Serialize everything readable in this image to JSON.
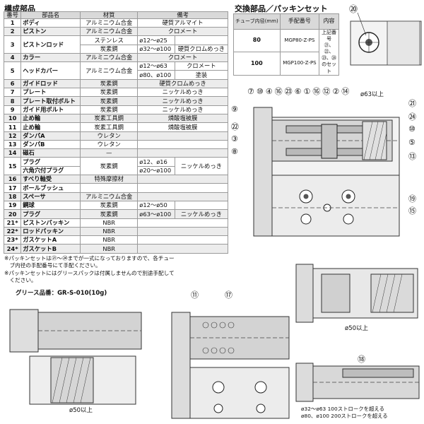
{
  "parts": {
    "title": "構成部品",
    "headers": [
      "番号",
      "部品名",
      "材質",
      "備考"
    ],
    "rows": [
      {
        "no": "1",
        "name": "ボディ",
        "mat": "アルミニウム合金",
        "rem": "硬質アルマイト"
      },
      {
        "no": "2",
        "name": "ピストン",
        "mat": "アルミニウム合金",
        "rem": "クロメート"
      },
      {
        "no": "3",
        "name": "ピストンロッド",
        "sub": [
          {
            "mat": "ステンレス",
            "size": "ø12〜ø25",
            "rem": ""
          },
          {
            "mat": "炭素鋼",
            "size": "ø32〜ø100",
            "rem": "硬質クロムめっき"
          }
        ]
      },
      {
        "no": "4",
        "name": "カラー",
        "mat": "アルミニウム合金",
        "rem": "クロメート"
      },
      {
        "no": "5",
        "name": "ヘッドカバー",
        "mat": "アルミニウム合金",
        "sub": [
          {
            "size": "ø12〜ø63",
            "rem": "クロメート"
          },
          {
            "size": "ø80、ø100",
            "rem": "塗装"
          }
        ]
      },
      {
        "no": "6",
        "name": "ガイドロッド",
        "mat": "炭素鋼",
        "rem": "硬質クロムめっき"
      },
      {
        "no": "7",
        "name": "プレート",
        "mat": "炭素鋼",
        "rem": "ニッケルめっき"
      },
      {
        "no": "8",
        "name": "プレート取付ボルト",
        "mat": "炭素鋼",
        "rem": "ニッケルめっき"
      },
      {
        "no": "9",
        "name": "ガイド用ボルト",
        "mat": "炭素鋼",
        "rem": "ニッケルめっき"
      },
      {
        "no": "10",
        "name": "止め輪",
        "mat": "炭素工具鋼",
        "rem": "燐酸塩被膜"
      },
      {
        "no": "11",
        "name": "止め輪",
        "mat": "炭素工具鋼",
        "rem": "燐酸塩被膜"
      },
      {
        "no": "12",
        "name": "ダンパA",
        "mat": "ウレタン",
        "rem": ""
      },
      {
        "no": "13",
        "name": "ダンパB",
        "mat": "ウレタン",
        "rem": ""
      },
      {
        "no": "14",
        "name": "磁石",
        "mat": "—",
        "rem": ""
      },
      {
        "no": "15",
        "name": "プラグ",
        "name2": "六角穴付プラグ",
        "mat": "炭素鋼",
        "sizes": [
          "ø12、ø16",
          "ø20〜ø100"
        ],
        "rem": "ニッケルめっき"
      },
      {
        "no": "16",
        "name": "すべり軸受",
        "mat": "特殊摩擦材",
        "rem": ""
      },
      {
        "no": "17",
        "name": "ボールブッシュ",
        "mat": "",
        "rem": ""
      },
      {
        "no": "18",
        "name": "スペーサ",
        "mat": "アルミニウム合金",
        "rem": ""
      },
      {
        "no": "19",
        "name": "鋼球",
        "mat": "炭素鋼",
        "size": "ø12〜ø50",
        "rem": ""
      },
      {
        "no": "20",
        "name": "プラグ",
        "mat": "炭素鋼",
        "size": "ø63〜ø100",
        "rem": "ニッケルめっき"
      },
      {
        "no": "21*",
        "name": "ピストンパッキン",
        "mat": "NBR",
        "rem": ""
      },
      {
        "no": "22*",
        "name": "ロッドパッキン",
        "mat": "NBR",
        "rem": ""
      },
      {
        "no": "23*",
        "name": "ガスケットA",
        "mat": "NBR",
        "rem": ""
      },
      {
        "no": "24*",
        "name": "ガスケットB",
        "mat": "NBR",
        "rem": ""
      }
    ]
  },
  "seal": {
    "title": "交換部品／パッキンセット",
    "headers": [
      "チューブ内径(mm)",
      "手配番号",
      "内容"
    ],
    "rows": [
      {
        "bore": "80",
        "order": "MGP80-Z-PS"
      },
      {
        "bore": "100",
        "order": "MGP100-Z-PS"
      }
    ],
    "content": "上記番号 ㉑、㉒、㉓、㉔のセット"
  },
  "notes": {
    "line1": "※パッキンセットは㉑〜㉔までが一式になっておりますので、各チュー",
    "line2": "　ブ内径の手配番号にて手配ください。",
    "line3": "※パッキンセットにはグリースパックは付属しませんので別途手配して",
    "line4": "　ください。",
    "grease": "グリース品番：GR-S-010(10g)"
  },
  "captions": {
    "c63": "ø63以上",
    "c50_left": "ø50以上",
    "c50_right": "ø50以上",
    "stroke1": "ø32〜ø63  100ストロークを超える",
    "stroke2": "ø80、ø100  200ストロークを超える"
  },
  "callouts": {
    "top": [
      "⑦",
      "⑩",
      "④",
      "⑯",
      "㉓",
      "⑥",
      "①",
      "⑯",
      "⑫",
      "②",
      "⑭"
    ],
    "left": [
      "⑨",
      "㉒",
      "③",
      "⑧"
    ],
    "right": [
      "㉑",
      "㉔",
      "⑩",
      "⑤",
      "⑬",
      "⑲",
      "⑮"
    ],
    "detail": "⑳",
    "mid": [
      "⑪",
      "⑰"
    ],
    "bottom": "⑱"
  }
}
